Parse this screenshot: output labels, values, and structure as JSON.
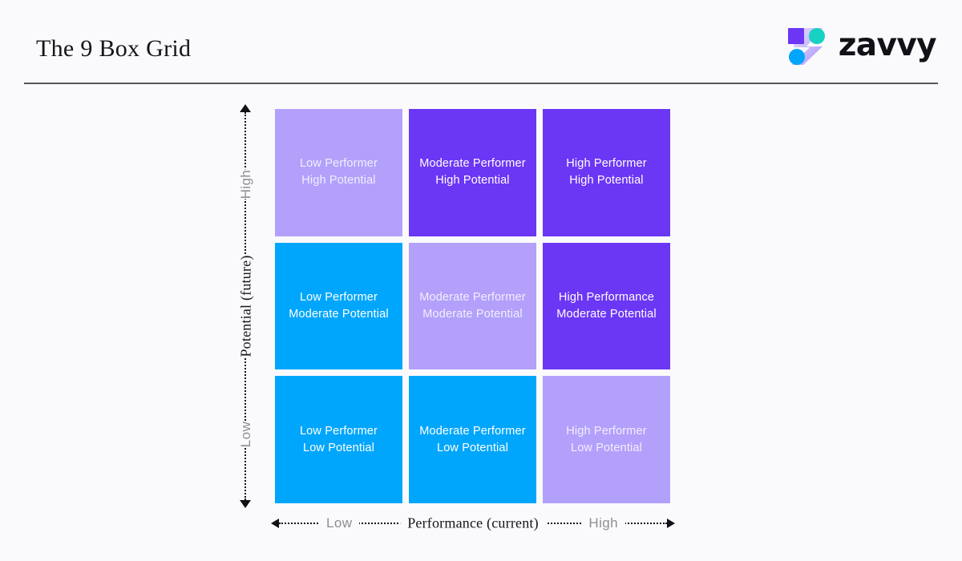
{
  "page": {
    "title": "The 9 Box Grid",
    "background_color": "#FAFAFC",
    "divider_color": "#55555C"
  },
  "logo": {
    "wordmark": "zavvy",
    "mark_name": "zavvy-logo-mark",
    "colors": {
      "square_purple": "#6C36F5",
      "circle_teal": "#17D1C3",
      "circle_blue": "#00A6FB",
      "z_shape_lavender": "#B3A0FB"
    }
  },
  "chart_data": {
    "type": "heatmap",
    "title": "The 9 Box Grid",
    "xlabel": "Performance (current)",
    "ylabel": "Potential (future)",
    "x_axis": {
      "label": "Performance (current)",
      "low_label": "Low",
      "high_label": "High",
      "categories": [
        "Low",
        "Moderate",
        "High"
      ],
      "arrows": "both"
    },
    "y_axis": {
      "label": "Potential (future)",
      "low_label": "Low",
      "high_label": "High",
      "categories": [
        "Low",
        "Moderate",
        "High"
      ],
      "arrows": "both"
    },
    "palette": {
      "lavender": "#B3A0FB",
      "violet": "#6C36F5",
      "blue": "#00A6FB"
    },
    "grid": [
      [
        {
          "label": "Low Performer\nHigh Potential",
          "color": "#B3A0FB",
          "tone": "light",
          "row": "High Potential",
          "col": "Low Performer"
        },
        {
          "label": "Moderate Performer\nHigh Potential",
          "color": "#6C36F5",
          "tone": "dark",
          "row": "High Potential",
          "col": "Moderate Performer"
        },
        {
          "label": "High Performer\nHigh Potential",
          "color": "#6C36F5",
          "tone": "dark",
          "row": "High Potential",
          "col": "High Performer"
        }
      ],
      [
        {
          "label": "Low Performer\nModerate Potential",
          "color": "#00A6FB",
          "tone": "dark",
          "row": "Moderate Potential",
          "col": "Low Performer"
        },
        {
          "label": "Moderate Performer\nModerate Potential",
          "color": "#B3A0FB",
          "tone": "light",
          "row": "Moderate Potential",
          "col": "Moderate Performer"
        },
        {
          "label": "High Performance\nModerate Potential",
          "color": "#6C36F5",
          "tone": "dark",
          "row": "Moderate Potential",
          "col": "High Performer"
        }
      ],
      [
        {
          "label": "Low Performer\nLow Potential",
          "color": "#00A6FB",
          "tone": "dark",
          "row": "Low Potential",
          "col": "Low Performer"
        },
        {
          "label": "Moderate Performer\nLow Potential",
          "color": "#00A6FB",
          "tone": "dark",
          "row": "Low Potential",
          "col": "Moderate Performer"
        },
        {
          "label": "High Performer\nLow Potential",
          "color": "#B3A0FB",
          "tone": "light",
          "row": "Low Potential",
          "col": "High Performer"
        }
      ]
    ]
  }
}
